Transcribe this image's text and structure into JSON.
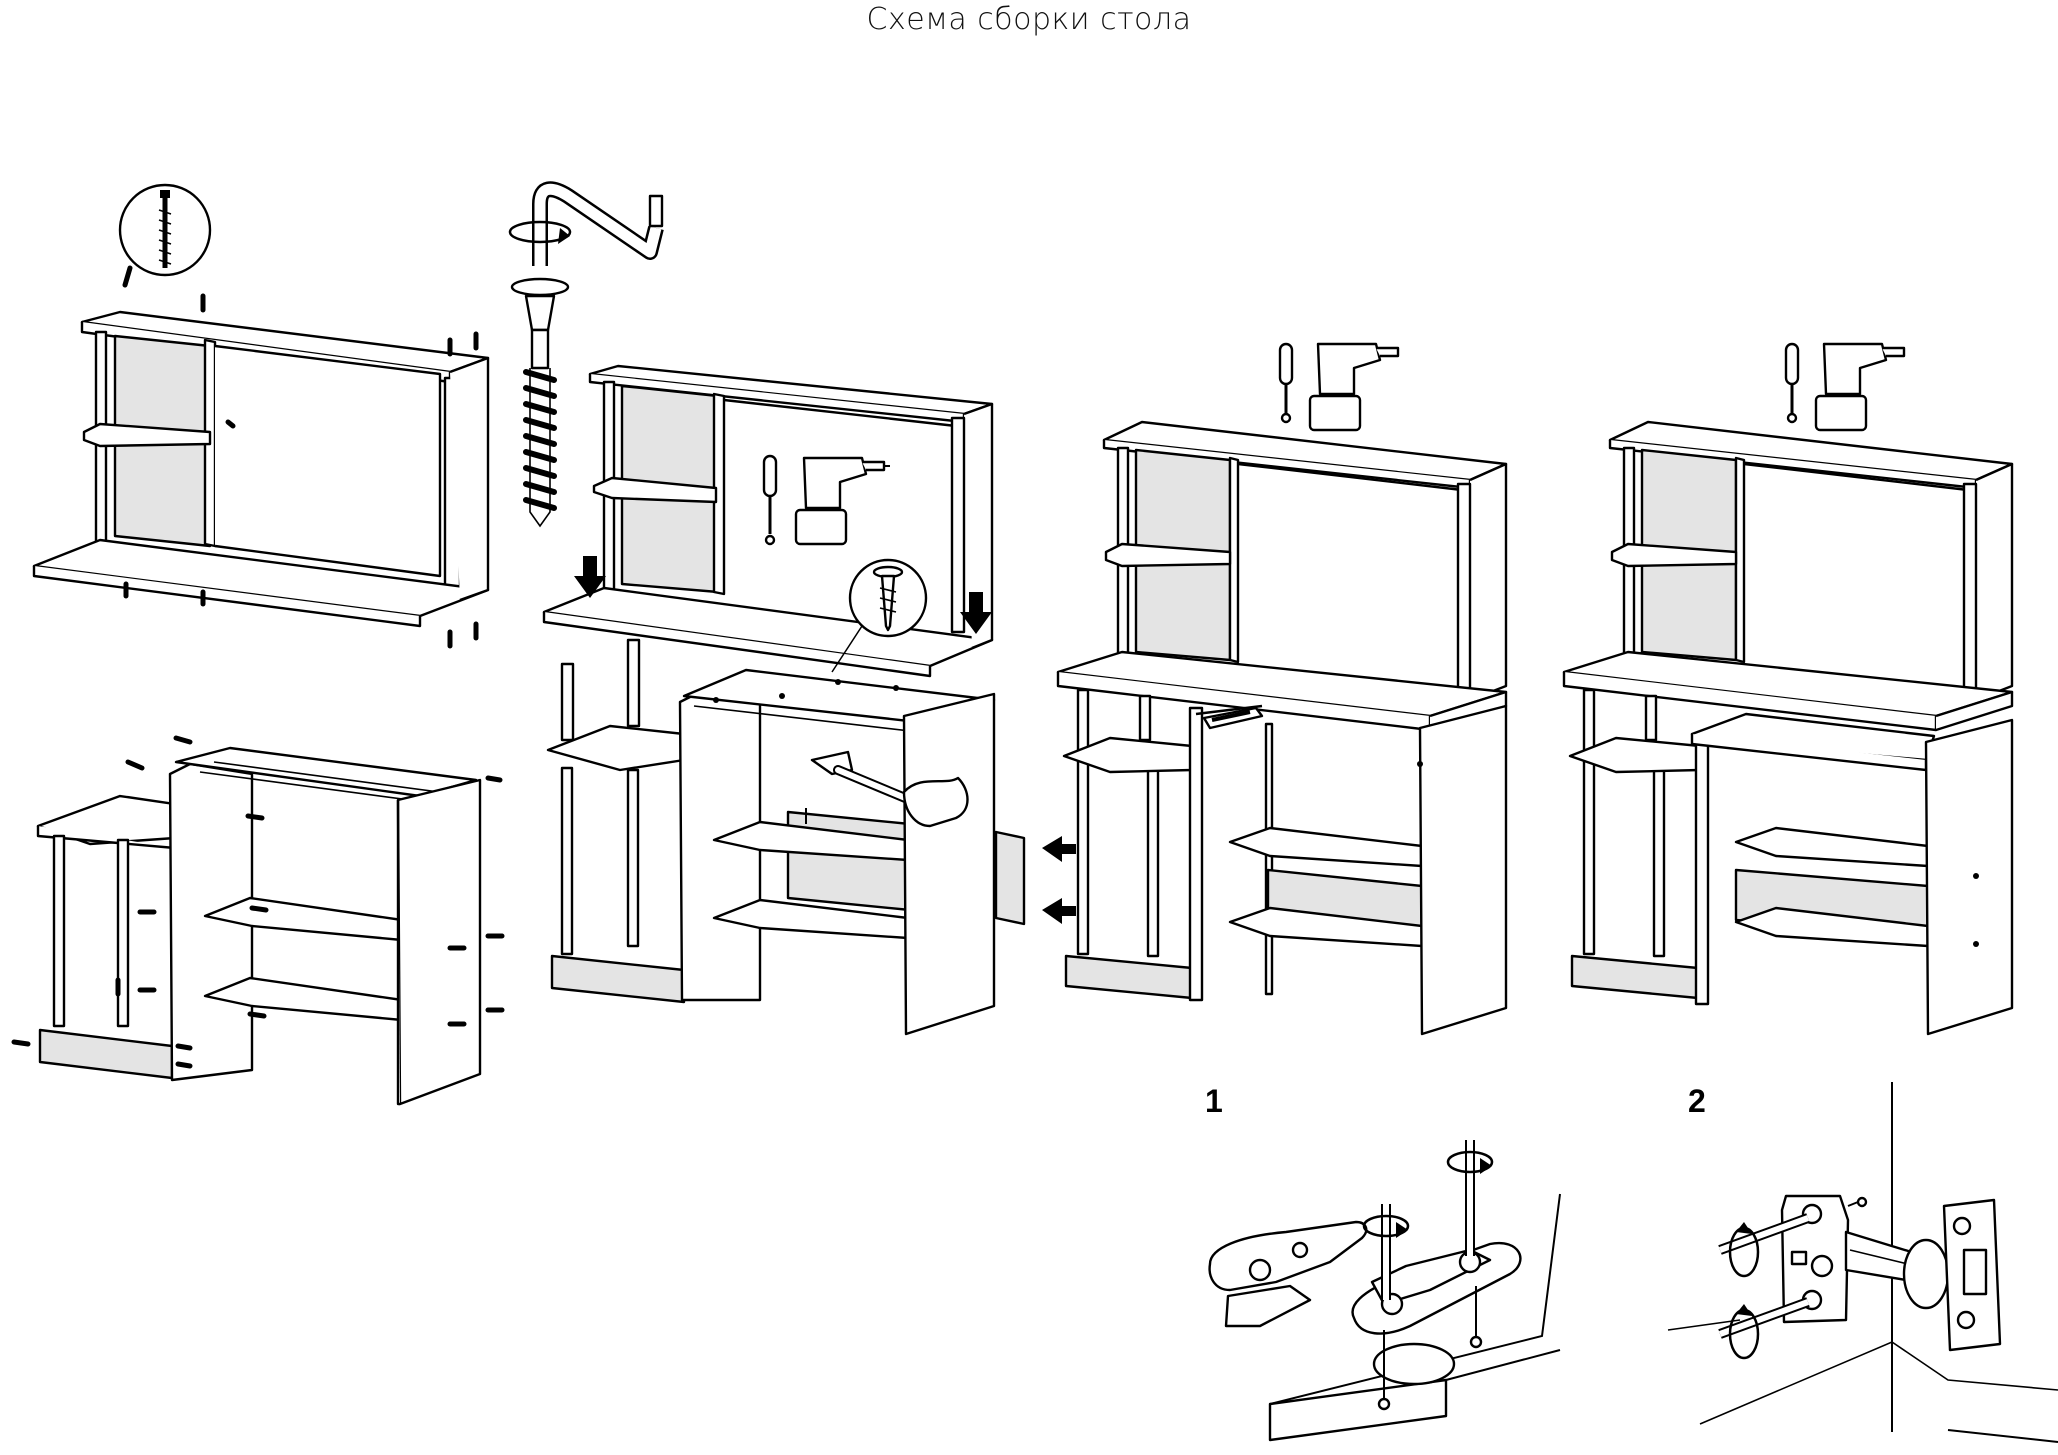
{
  "title": "Схема сборки стола",
  "step_labels": [
    "1",
    "2"
  ],
  "colors": {
    "line": "#000000",
    "panel_fill": "#ffffff",
    "back_panel_fill": "#e4e4e4"
  },
  "icons": [
    "screw-icon",
    "hex-key-icon",
    "confirmat-screw-icon",
    "screwdriver-icon",
    "drill-icon",
    "hammer-icon",
    "wood-screw-icon",
    "rotate-arrow-icon",
    "push-arrow-icon",
    "hinge-icon"
  ]
}
